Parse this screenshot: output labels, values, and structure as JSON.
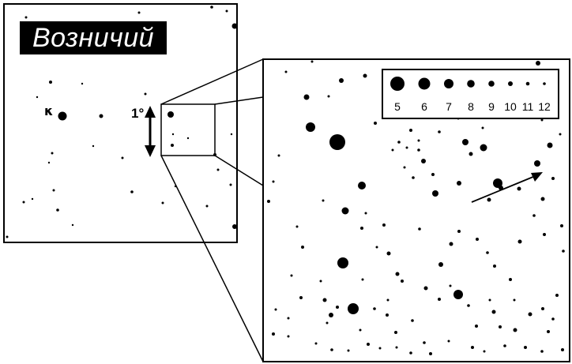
{
  "constellation_name": "Возничий",
  "labeled_star": "κ",
  "scale_label": "1°",
  "legend": {
    "magnitudes": [
      "5",
      "6",
      "7",
      "8",
      "9",
      "10",
      "11",
      "12"
    ]
  },
  "colors": {
    "ink": "#000000",
    "paper": "#ffffff"
  },
  "icons": {
    "scale_arrow": "double-arrow-icon",
    "motion_arrow": "arrow-icon"
  }
}
